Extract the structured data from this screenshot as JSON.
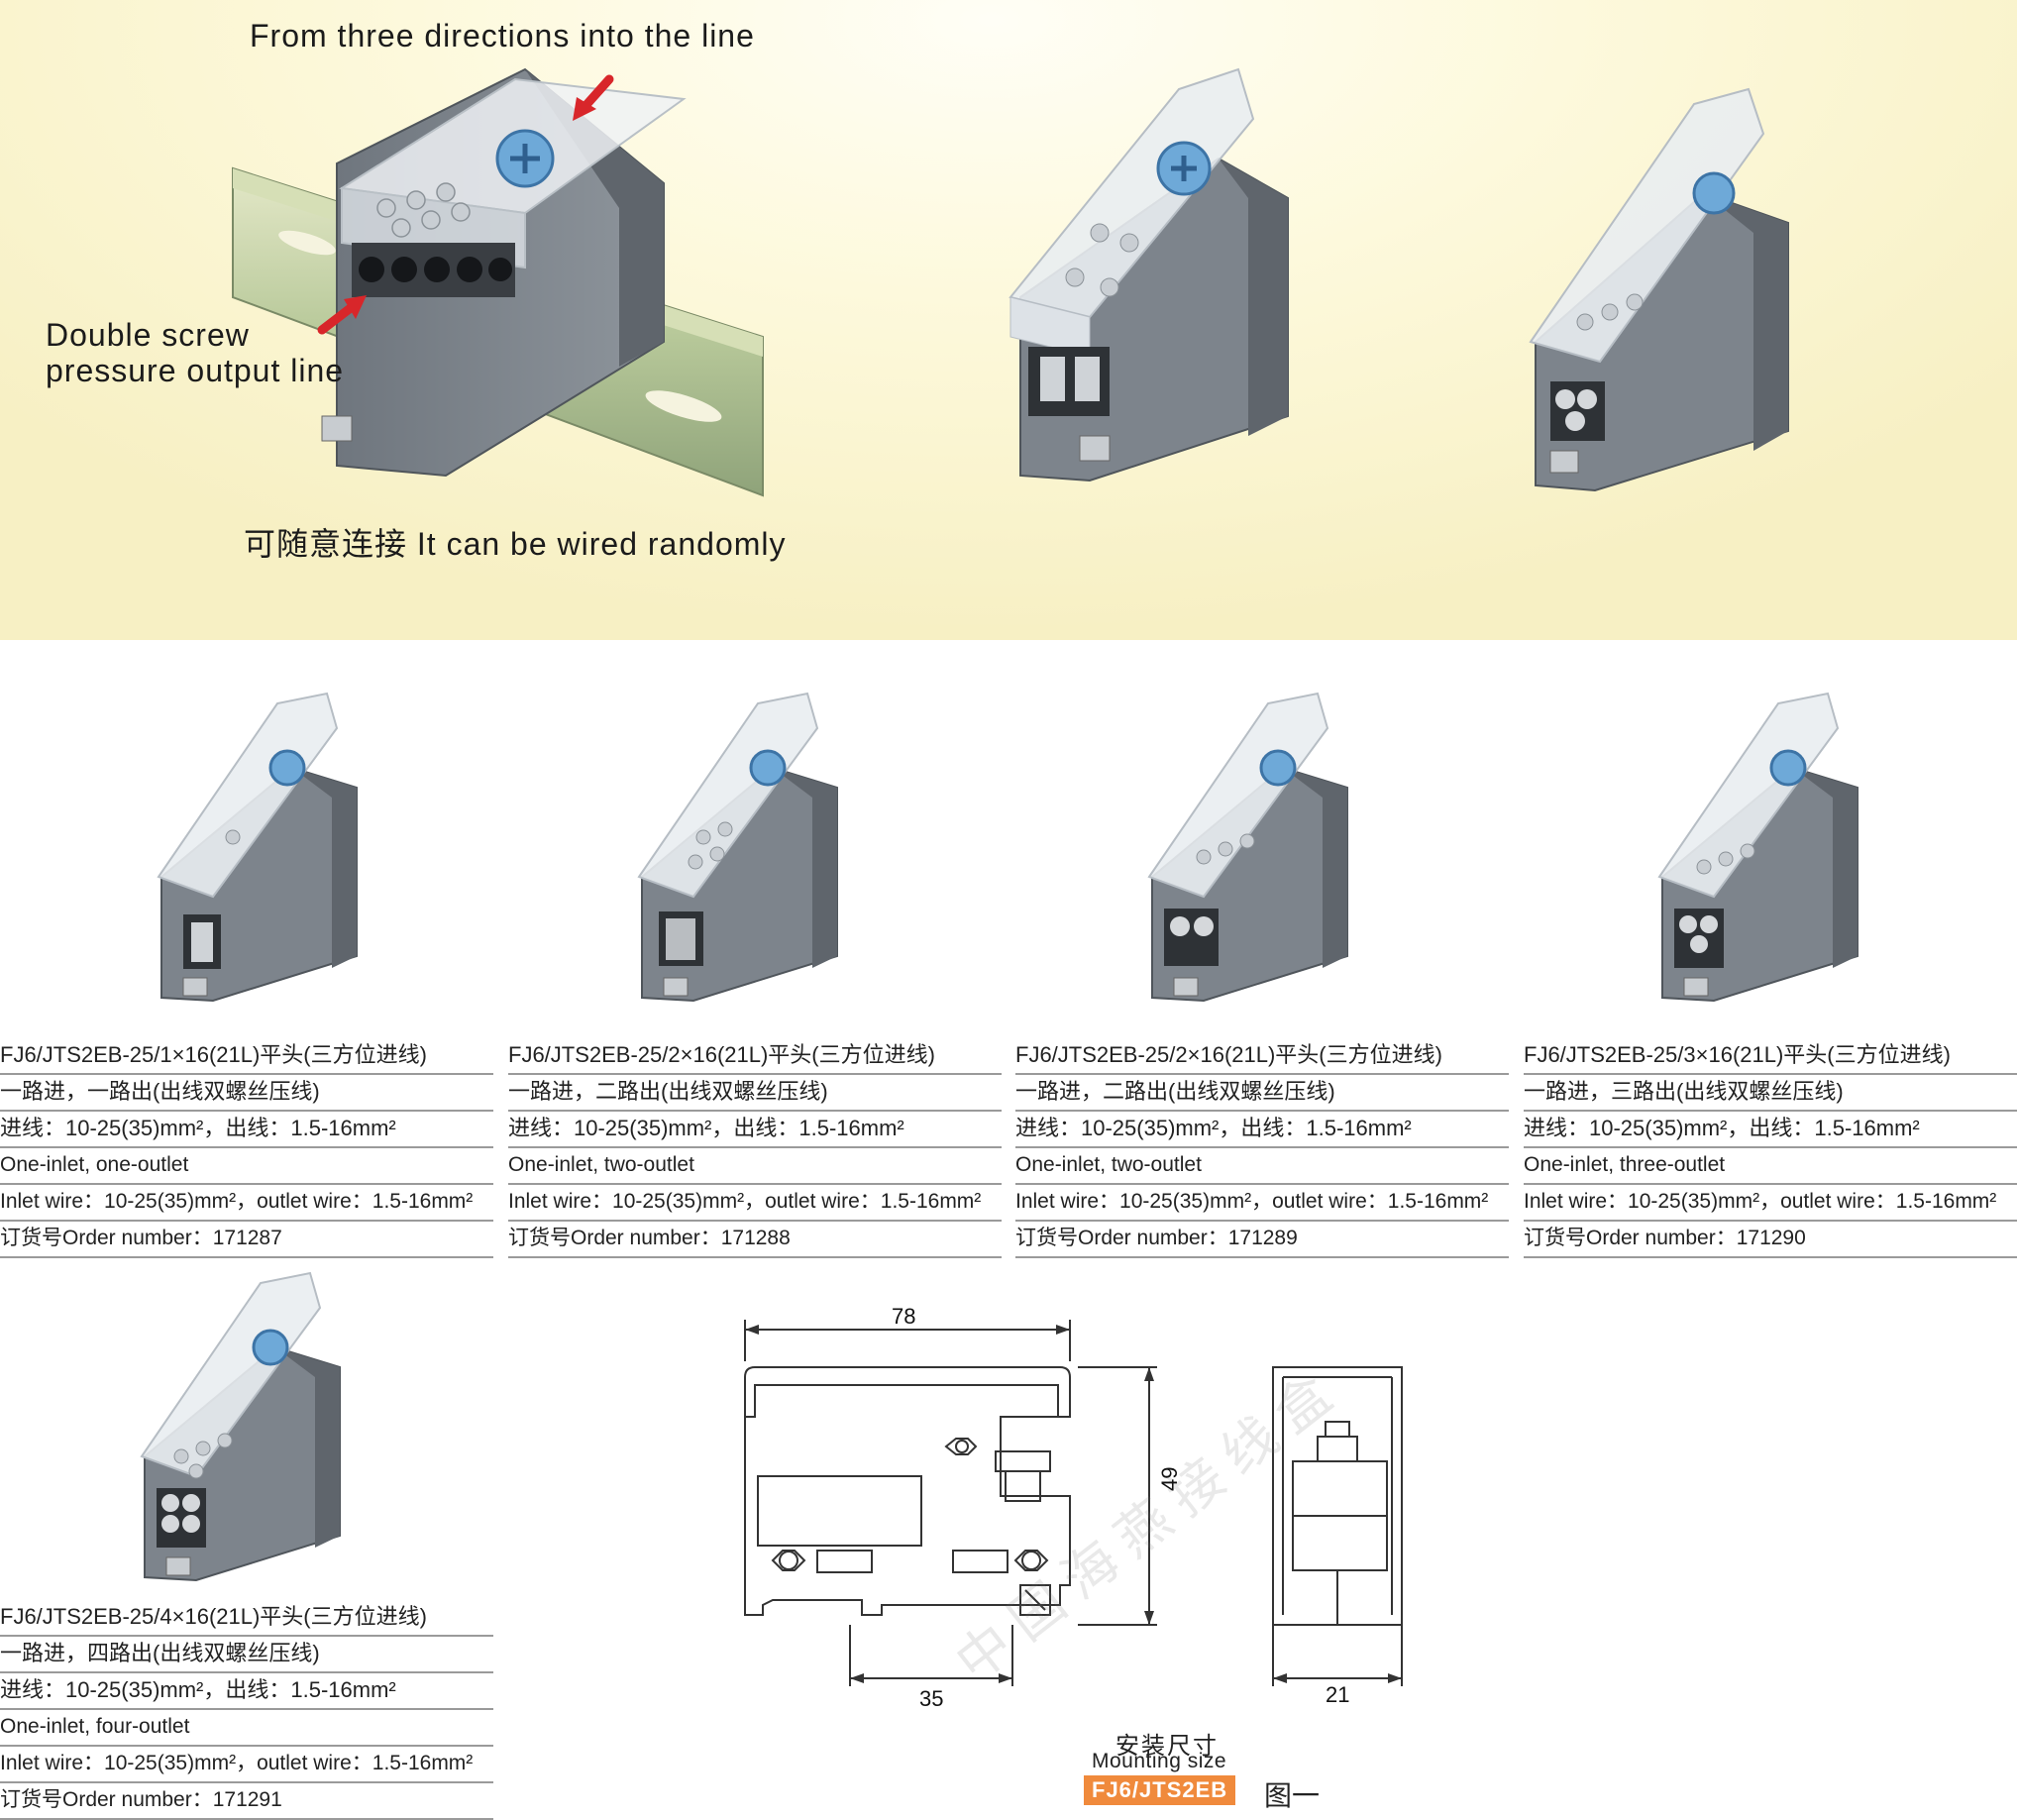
{
  "hero": {
    "callout_top": "From three directions into the line",
    "callout_left_line1": "Double screw",
    "callout_left_line2": "pressure output line",
    "callout_bottom": "可随意连接  It can be wired randomly"
  },
  "products": [
    {
      "model": "FJ6/JTS2EB-25/1×16(21L)平头(三方位进线)",
      "desc_cn": "一路进，一路出(出线双螺丝压线)",
      "spec_cn": "进线：10-25(35)mm²，出线：1.5-16mm²",
      "desc_en": "One-inlet, one-outlet",
      "spec_en": "Inlet wire：10-25(35)mm²，outlet wire：1.5-16mm²",
      "order": "订货号Order number：171287"
    },
    {
      "model": "FJ6/JTS2EB-25/2×16(21L)平头(三方位进线)",
      "desc_cn": "一路进，二路出(出线双螺丝压线)",
      "spec_cn": "进线：10-25(35)mm²，出线：1.5-16mm²",
      "desc_en": "One-inlet, two-outlet",
      "spec_en": "Inlet wire：10-25(35)mm²，outlet wire：1.5-16mm²",
      "order": "订货号Order number：171288"
    },
    {
      "model": "FJ6/JTS2EB-25/2×16(21L)平头(三方位进线)",
      "desc_cn": "一路进，二路出(出线双螺丝压线)",
      "spec_cn": "进线：10-25(35)mm²，出线：1.5-16mm²",
      "desc_en": "One-inlet, two-outlet",
      "spec_en": "Inlet wire：10-25(35)mm²，outlet wire：1.5-16mm²",
      "order": "订货号Order number：171289"
    },
    {
      "model": "FJ6/JTS2EB-25/3×16(21L)平头(三方位进线)",
      "desc_cn": "一路进，三路出(出线双螺丝压线)",
      "spec_cn": "进线：10-25(35)mm²，出线：1.5-16mm²",
      "desc_en": "One-inlet, three-outlet",
      "spec_en": "Inlet wire：10-25(35)mm²，outlet wire：1.5-16mm²",
      "order": "订货号Order number：171290"
    },
    {
      "model": "FJ6/JTS2EB-25/4×16(21L)平头(三方位进线)",
      "desc_cn": "一路进，四路出(出线双螺丝压线)",
      "spec_cn": "进线：10-25(35)mm²，出线：1.5-16mm²",
      "desc_en": "One-inlet, four-outlet",
      "spec_en": "Inlet wire：10-25(35)mm²，outlet wire：1.5-16mm²",
      "order": "订货号Order number：171291"
    }
  ],
  "drawing": {
    "dim_width": "78",
    "dim_height": "49",
    "dim_rail": "35",
    "dim_depth": "21",
    "watermark": "中国海燕接线盒",
    "caption_cn": "安装尺寸",
    "caption_en": "Mounting size",
    "badge": "FJ6/JTS2EB",
    "figure": "图一"
  },
  "colors": {
    "hero_bg": "#fbf6d2",
    "body_gray": "#7d848c",
    "cover_clear": "#e6eaee",
    "screw_blue": "#6ea9d8",
    "arrow_red": "#d8262a",
    "badge_orange": "#f08a3c",
    "rule_gray": "#9a9a9a"
  }
}
